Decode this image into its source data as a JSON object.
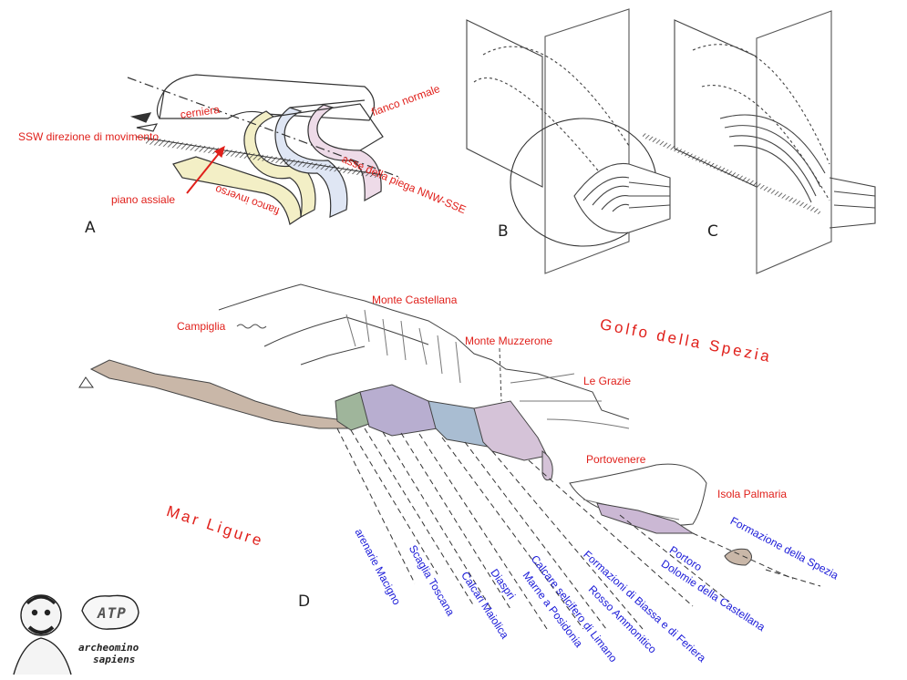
{
  "panels": {
    "a": "A",
    "b": "B",
    "c": "C",
    "d": "D"
  },
  "labels_a": {
    "cerniera": "cerniera",
    "fianco_normale": "fianco normale",
    "direzione": "SSW direzione di movimento",
    "asse": "asse della piega NNW-SSE",
    "piano_assiale": "piano assiale",
    "fianco_inverso": "fianco inverso"
  },
  "places": {
    "monte_castellana": "Monte Castellana",
    "campiglia": "Campiglia",
    "monte_muzzerone": "Monte Muzzerone",
    "golfo": "Golfo della Spezia",
    "le_grazie": "Le Grazie",
    "portovenere": "Portovenere",
    "isola_palmaria": "Isola Palmaria",
    "mar_ligure": "Mar Ligure"
  },
  "formations": [
    "arenarie Macigno",
    "Scaglia Toscana",
    "Calcari Maiolica",
    "Diaspri",
    "Calcare selcifero di Limano",
    "Marne a Posidonia",
    "Rosso Ammonitico",
    "Formazioni di Biassa e di Feriera",
    "Portoro",
    "Dolomie della Castellana",
    "Formazione della Spezia"
  ],
  "logo": {
    "line1": "archeomino",
    "line2": "sapiens",
    "mark": "ATP"
  },
  "colors": {
    "label_red": "#e0201b",
    "label_blue": "#1a1ad8",
    "yellow_layer": "#f3efc6",
    "blue_layer": "#dfe6f4",
    "pink_layer": "#eedbe8",
    "brown_rock": "#c9b7a8",
    "green_rock": "#9fb59b",
    "violet_rock": "#b8aed0",
    "teal_rock": "#a9bdd2",
    "pink_rock": "#d5c3d8"
  }
}
